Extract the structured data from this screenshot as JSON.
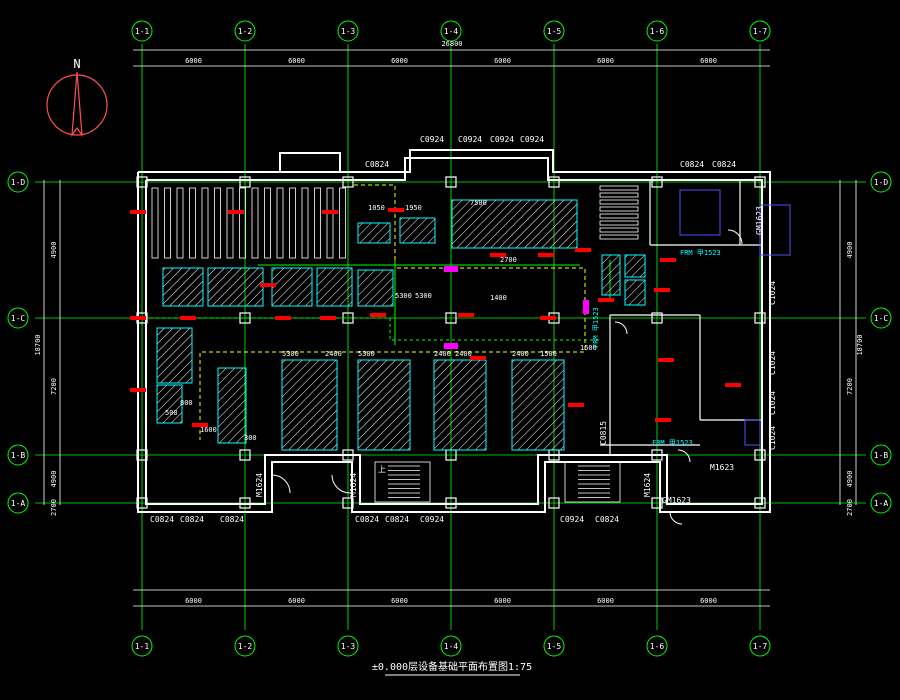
{
  "drawing": {
    "title": "±0.000层设备基础平面布置图1:75",
    "north_label": "N",
    "overall_dim": "26800",
    "overall_dim_v": "18700"
  },
  "colors": {
    "background": "#000000",
    "axis": "#00ff00",
    "wall": "#ffffff",
    "hatch": "#00ffff",
    "marker": "#ff0000",
    "dim": "#ffffff",
    "yellow": "#ffff00",
    "magenta": "#ff00ff",
    "blue": "#5050ff",
    "compass": "#ff5050"
  },
  "axes": {
    "vertical": [
      "1-1",
      "1-2",
      "1-3",
      "1-4",
      "1-5",
      "1-6",
      "1-7"
    ],
    "horizontal": [
      "1-D",
      "1-C",
      "1-B",
      "1-A"
    ]
  },
  "dims": {
    "top_spans": [
      "6000",
      "6000",
      "6000",
      "6000",
      "6000",
      "6000"
    ],
    "side_spans": [
      "4900",
      "7200",
      "4900",
      "2700"
    ]
  },
  "windows": {
    "top": [
      "C0924",
      "C0924",
      "C0924",
      "C0924",
      "C0824",
      "C0824",
      "C0824"
    ],
    "bottom": [
      "C0824",
      "C0824",
      "C0824",
      "C0824",
      "C0824",
      "C0924",
      "C0924",
      "C0824"
    ],
    "right": [
      "C1024",
      "C1024",
      "C1024",
      "C1024"
    ],
    "inner": [
      "C0815"
    ]
  },
  "doors": [
    "M1624",
    "M1624",
    "M1624",
    "GM1623",
    "GM1623",
    "M1623"
  ],
  "labels": {
    "frm1": "FRM 甲1523",
    "frm2": "FRM 甲1523",
    "frm3": "FRM 甲1523",
    "stair": "上",
    "note_dims": [
      "1050",
      "1950",
      "7500",
      "2700",
      "1400",
      "5300",
      "5300",
      "5300",
      "5300",
      "2400",
      "2400",
      "2400",
      "2400",
      "1500",
      "1500",
      "300",
      "500",
      "800",
      "1600"
    ]
  }
}
